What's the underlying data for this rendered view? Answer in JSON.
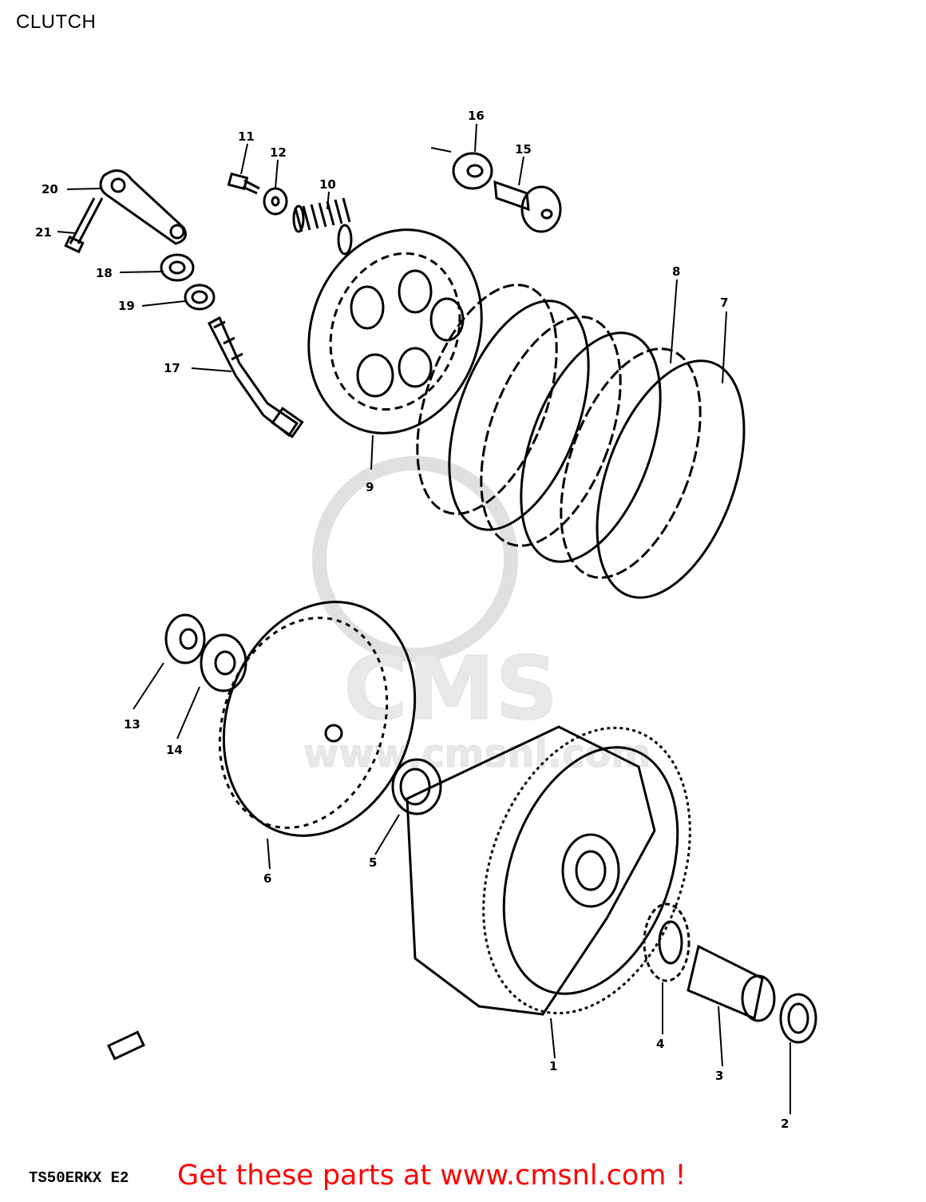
{
  "page": {
    "title": "CLUTCH",
    "model_code": "TS50ERKX E2",
    "promo_text": "Get these parts at www.cmsnl.com !"
  },
  "watermark": {
    "text": "CMS",
    "url_text": "www.cmsnl.com"
  },
  "callouts": [
    "1",
    "2",
    "3",
    "4",
    "5",
    "6",
    "7",
    "8",
    "9",
    "10",
    "11",
    "12",
    "13",
    "14",
    "15",
    "16",
    "17",
    "18",
    "19",
    "20",
    "21"
  ],
  "colors": {
    "line": "#000000",
    "watermark": "#e6e6e6",
    "promo": "#ff0000",
    "background": "#ffffff"
  }
}
